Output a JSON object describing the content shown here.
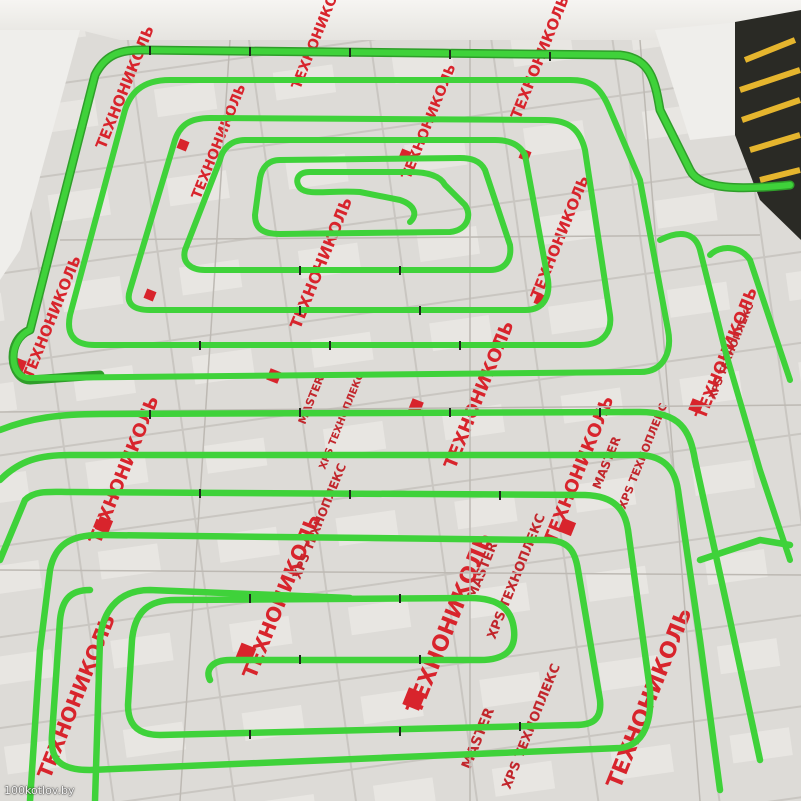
{
  "brand_text": "ТЕХНОНИКОЛЬ",
  "product_line": "MASTER",
  "product_name": "XPS ТЕХНОПЛЕКС",
  "watermark": "100kotlov.by",
  "colors": {
    "pipe": "#3fd23a",
    "insulation": "#dcdad6",
    "brand_red": "#d8242c",
    "wall": "#f2f1ee"
  }
}
